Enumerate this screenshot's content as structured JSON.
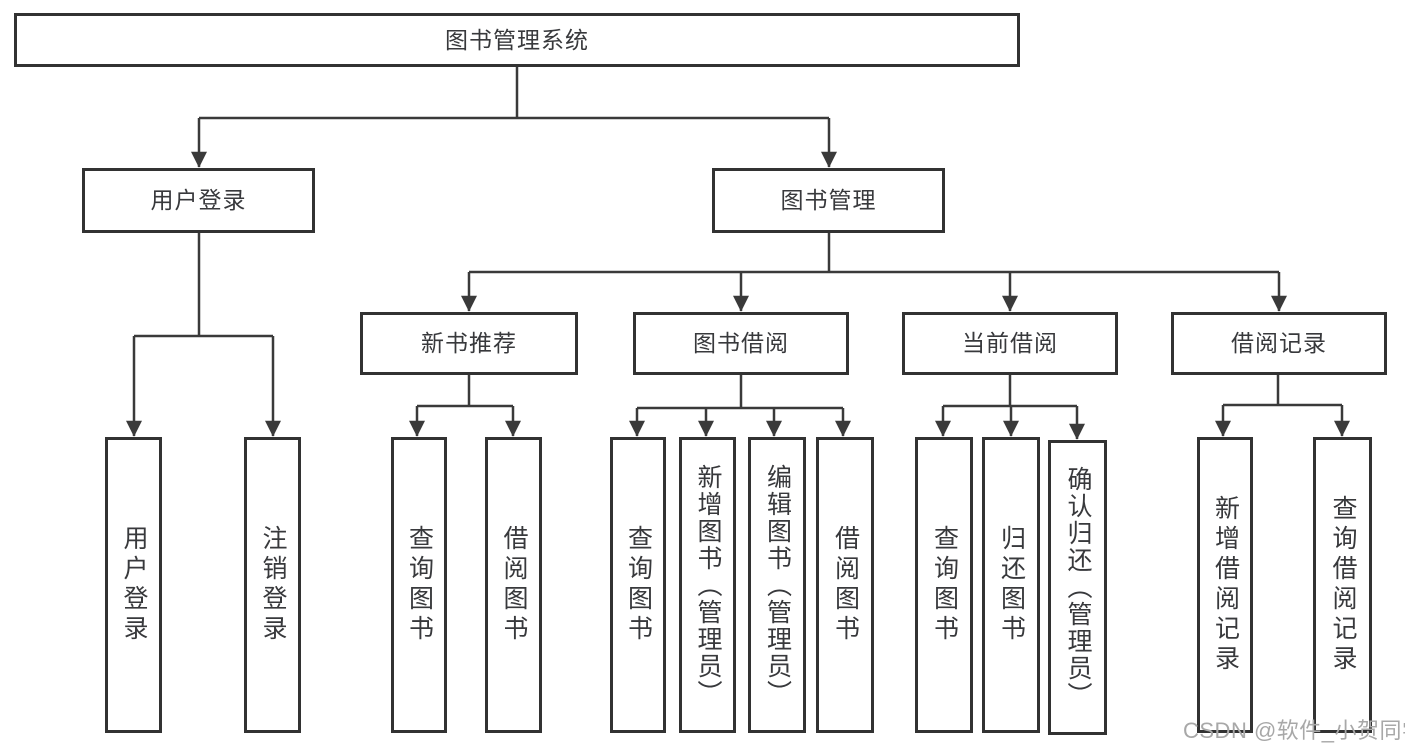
{
  "diagram_title": "图书管理系统",
  "tree": {
    "label": "图书管理系统",
    "children": [
      {
        "label": "用户登录",
        "children": [
          {
            "label": "用户登录"
          },
          {
            "label": "注销登录"
          }
        ]
      },
      {
        "label": "图书管理",
        "children": [
          {
            "label": "新书推荐",
            "children": [
              {
                "label": "查询图书"
              },
              {
                "label": "借阅图书"
              }
            ]
          },
          {
            "label": "图书借阅",
            "children": [
              {
                "label": "查询图书"
              },
              {
                "label": "新增图书（管理员）"
              },
              {
                "label": "编辑图书（管理员）"
              },
              {
                "label": "借阅图书"
              }
            ]
          },
          {
            "label": "当前借阅",
            "children": [
              {
                "label": "查询图书"
              },
              {
                "label": "归还图书"
              },
              {
                "label": "确认归还（管理员）"
              }
            ]
          },
          {
            "label": "借阅记录",
            "children": [
              {
                "label": "新增借阅记录"
              },
              {
                "label": "查询借阅记录"
              }
            ]
          }
        ]
      }
    ]
  },
  "watermark": {
    "text": "CSDN @软件_小贺同学"
  },
  "colors": {
    "line": "#3a3a3a",
    "border": "#323232",
    "text": "#38393c",
    "watermark": "#a8a8a8",
    "background": "#ffffff"
  }
}
